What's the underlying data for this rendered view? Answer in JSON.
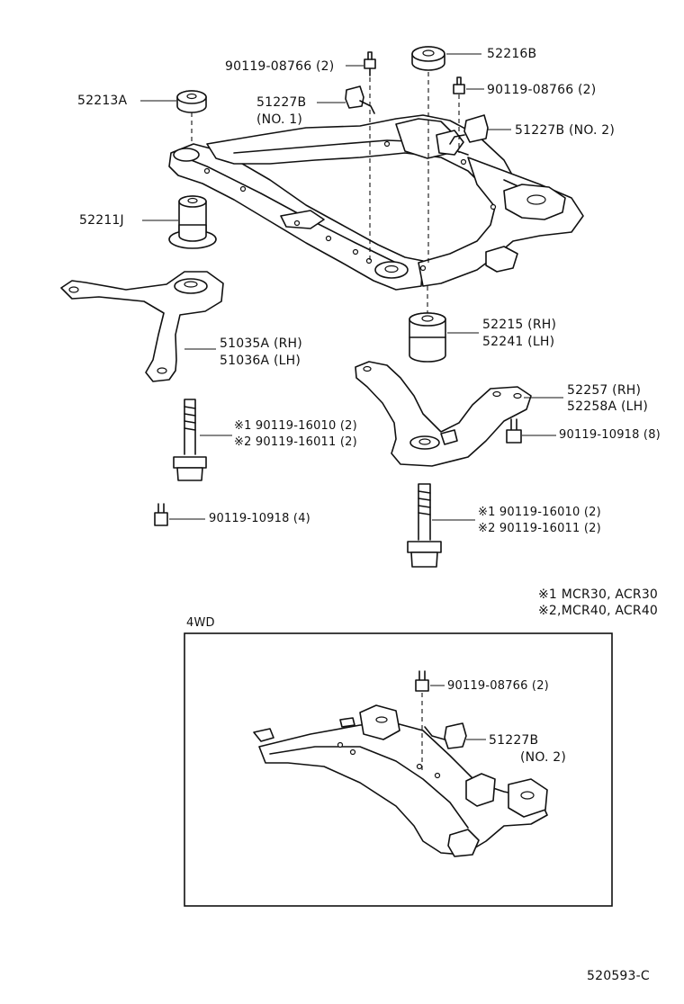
{
  "callouts": [
    {
      "id": "bolt-top-left",
      "text": "90119-08766 (2)"
    },
    {
      "id": "bushing-upper-right",
      "text": "52216B"
    },
    {
      "id": "bolt-top-right",
      "text": "90119-08766 (2)"
    },
    {
      "id": "bushing-upper-left",
      "text": "52213A"
    },
    {
      "id": "stopper-no1-part",
      "text": "51227B"
    },
    {
      "id": "stopper-no1-note",
      "text": "(NO. 1)"
    },
    {
      "id": "stopper-no2",
      "text": "51227B  (NO. 2)"
    },
    {
      "id": "bushing-lower-left",
      "text": "52211J"
    },
    {
      "id": "bushing-lower-right-rh",
      "text": "52215 (RH)"
    },
    {
      "id": "bushing-lower-right-lh",
      "text": "52241 (LH)"
    },
    {
      "id": "brace-left-rh",
      "text": "51035A (RH)"
    },
    {
      "id": "brace-left-lh",
      "text": "51036A (LH)"
    },
    {
      "id": "brace-right-rh",
      "text": "52257   (RH)"
    },
    {
      "id": "brace-right-lh",
      "text": "52258A (LH)"
    },
    {
      "id": "bolt-right-brace",
      "text": "90119-10918 (8)"
    },
    {
      "id": "long-bolt-left-1",
      "text": "※1 90119-16010 (2)"
    },
    {
      "id": "long-bolt-left-2",
      "text": "※2 90119-16011 (2)"
    },
    {
      "id": "bolt-left-brace",
      "text": "90119-10918 (4)"
    },
    {
      "id": "long-bolt-right-1",
      "text": "※1 90119-16010 (2)"
    },
    {
      "id": "long-bolt-right-2",
      "text": "※2 90119-16011 (2)"
    }
  ],
  "legend": {
    "note1": "※1 MCR30, ACR30",
    "note2": "※2,MCR40, ACR40"
  },
  "inset": {
    "title": "4WD",
    "bolt": "90119-08766 (2)",
    "stopper": "51227B",
    "stopper_note": "(NO. 2)"
  },
  "diagram_code": "520593-C"
}
